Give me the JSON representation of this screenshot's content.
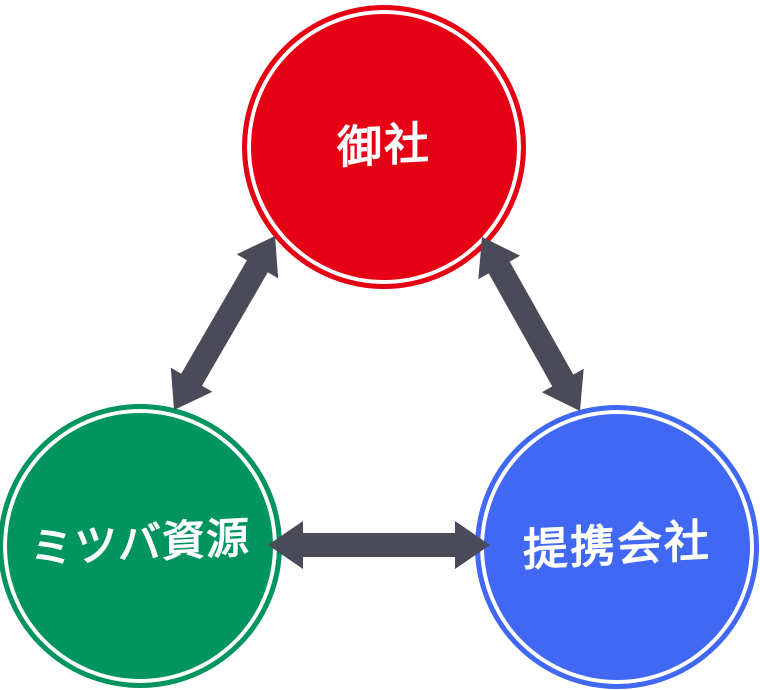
{
  "diagram": {
    "title": "three-party partnership diagram",
    "nodes": [
      {
        "id": "your-company",
        "label": "御社",
        "color": "#e60013"
      },
      {
        "id": "mitsuba-shigen",
        "label": "ミツバ資源",
        "color": "#00945e"
      },
      {
        "id": "partner-company",
        "label": "提携会社",
        "color": "#4068f2"
      }
    ],
    "arrows": [
      {
        "name": "your-company-mitsuba",
        "type": "bidirectional"
      },
      {
        "name": "your-company-partner",
        "type": "bidirectional"
      },
      {
        "name": "mitsuba-partner",
        "type": "bidirectional"
      }
    ],
    "colors": {
      "arrow": "#4a4a58",
      "label_text": "#ffffff",
      "ring": "#ffffff",
      "background": "#ffffff"
    }
  }
}
